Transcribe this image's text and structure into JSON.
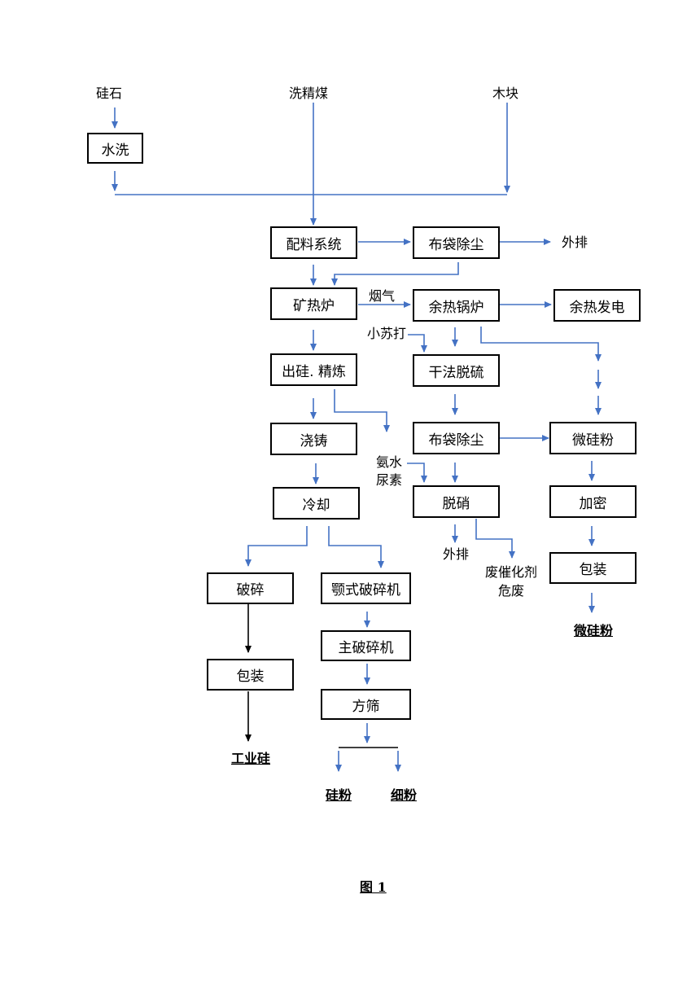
{
  "inputs": {
    "silica": "硅石",
    "coal": "洗精煤",
    "wood": "木块"
  },
  "boxes": {
    "wash": "水洗",
    "batching": "配料系统",
    "baghouse1": "布袋除尘",
    "furnace": "矿热炉",
    "boiler": "余热锅炉",
    "power": "余热发电",
    "tapping": "出硅. 精炼",
    "desulf": "干法脱硫",
    "casting": "浇铸",
    "baghouse2": "布袋除尘",
    "microsilica": "微硅粉",
    "cooling": "冷却",
    "denitration": "脱硝",
    "densify": "加密",
    "crushing": "破碎",
    "jaw_crusher": "颚式破碎机",
    "packing_ms": "包装",
    "packing_si": "包装",
    "main_crusher": "主破碎机",
    "sieve": "方筛"
  },
  "labels": {
    "exhaust1": "外排",
    "flue_gas": "烟气",
    "soda": "小苏打",
    "ammonia": "氨水",
    "urea": "尿素",
    "exhaust2": "外排",
    "catalyst_line1": "废催化剂",
    "catalyst_line2": "危废"
  },
  "outputs": {
    "microsilica": "微硅粉",
    "industrial_silicon": "工业硅",
    "silicon_powder": "硅粉",
    "fine_powder": "细粉"
  },
  "caption": "图 1",
  "colors": {
    "arrow_blue": "#4472C4",
    "arrow_black": "#000000",
    "box_border": "#000000"
  }
}
